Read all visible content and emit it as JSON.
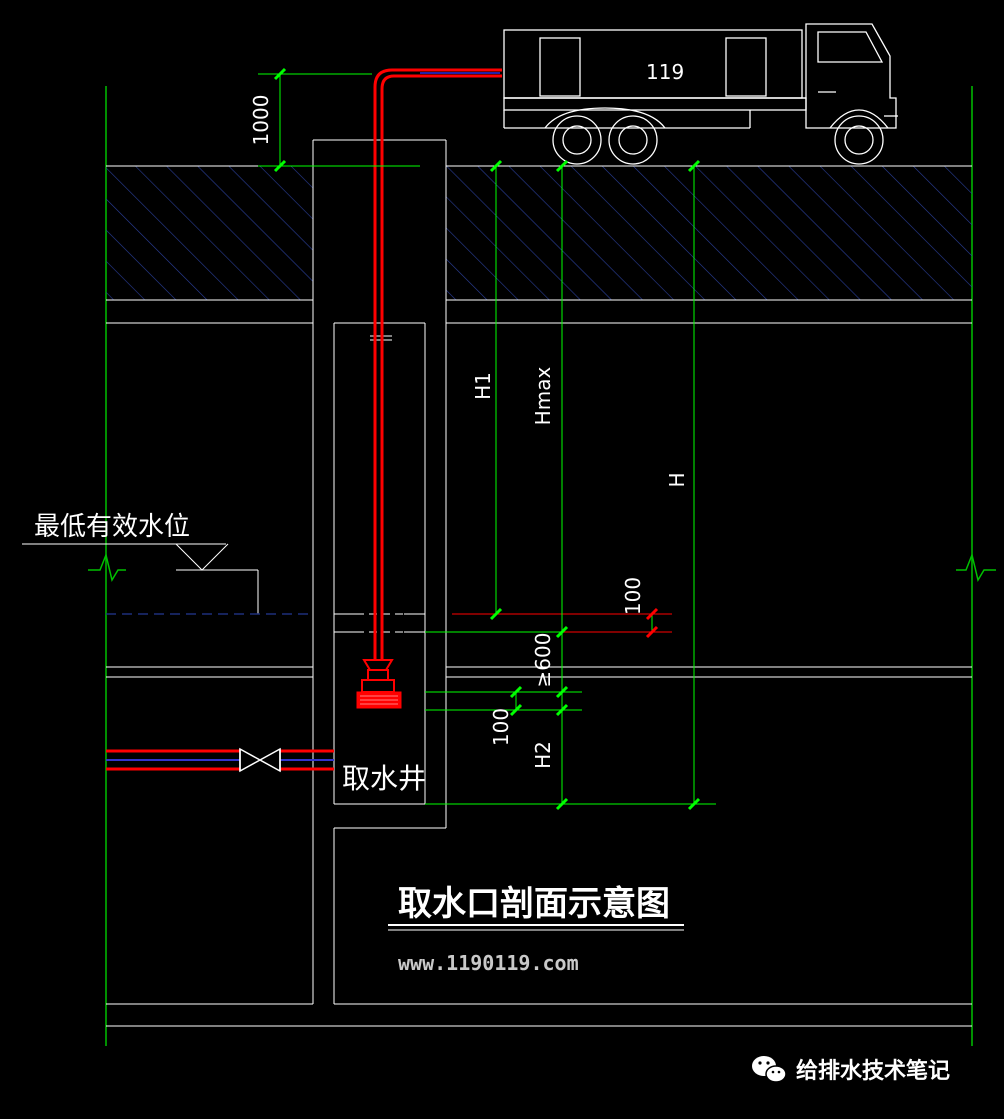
{
  "diagram": {
    "title": "取水口剖面示意图",
    "url": "www.1190119.com",
    "truck_number": "119",
    "labels": {
      "lowest_water_level": "最低有效水位",
      "intake_well": "取水井"
    },
    "dimensions": {
      "d1000": "1000",
      "h1": "H1",
      "hmax": "Hmax",
      "h": "H",
      "d100_top": "100",
      "ge600": "≥600",
      "d100_bottom": "100",
      "h2": "H2"
    },
    "colors": {
      "background": "#000000",
      "structure": "#ffffff",
      "pipe": "#ff0000",
      "dimension": "#00ff00",
      "hatch": "#2a3f9a",
      "water_line": "#1e2f7a"
    }
  },
  "watermark": {
    "icon": "wechat-icon",
    "text": "给排水技术笔记"
  }
}
